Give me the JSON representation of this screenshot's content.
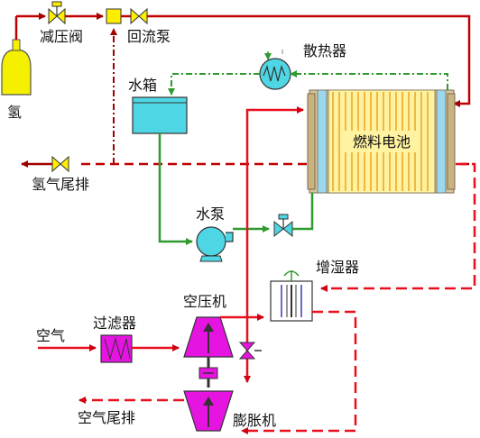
{
  "labels": {
    "pressure_valve": "减压阀",
    "recirc_pump": "回流泵",
    "hydrogen": "氢",
    "radiator": "散热器",
    "water_tank": "水箱",
    "fuel_cell": "燃料电池",
    "h2_exhaust": "氢气尾排",
    "water_pump": "水泵",
    "humidifier": "增湿器",
    "compressor": "空压机",
    "air": "空气",
    "filter": "过滤器",
    "air_exhaust": "空气尾排",
    "expander": "膨胀机"
  },
  "colors": {
    "hydrogen_line": "#c00000",
    "water_line": "#2f9a2f",
    "air_line": "#e8101e",
    "tank_fill": "#4fd6e4",
    "cell_fill": "#fff2a0",
    "magenta": "#e614e0",
    "valve_yellow": "#ffee00"
  }
}
